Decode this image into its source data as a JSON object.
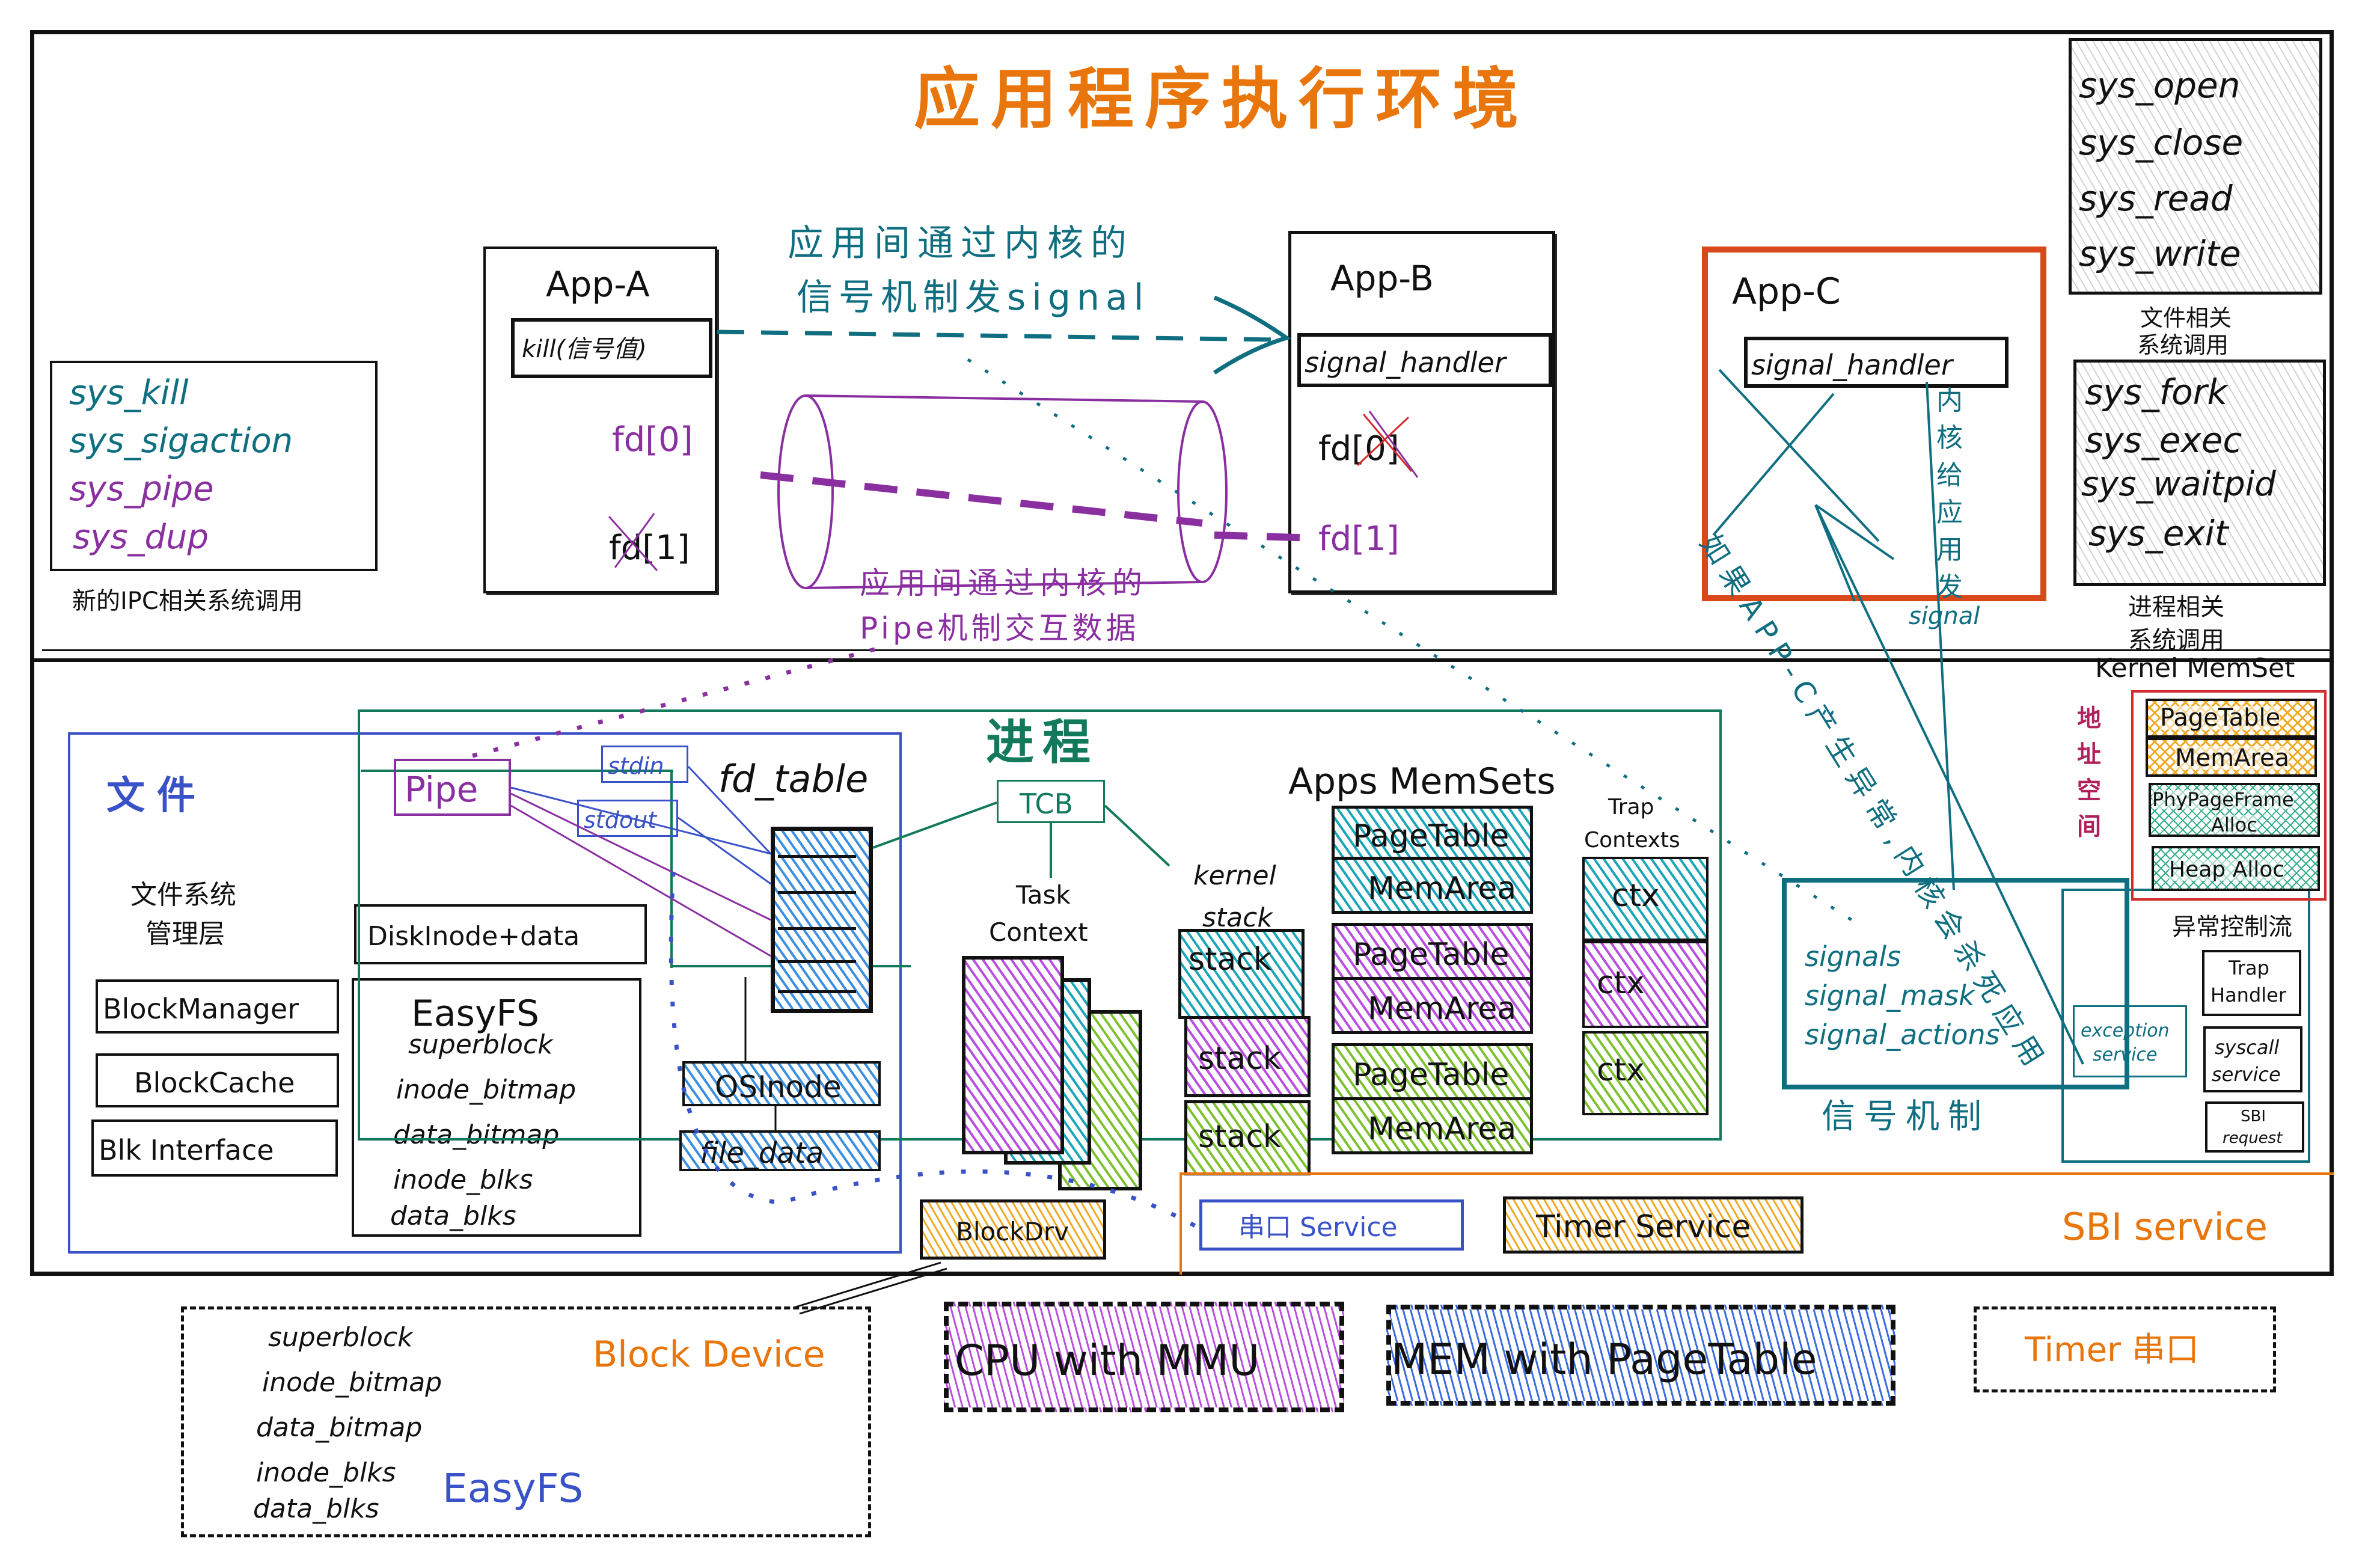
{
  "title": "应用程序执行环境",
  "apps": {
    "app_a": {
      "name": "App-A",
      "call": "kill(信号值)",
      "fd0": "fd[0]",
      "fd1": "fd[1]"
    },
    "app_b": {
      "name": "App-B",
      "handler": "signal_handler",
      "fd0": "fd[0]",
      "fd1": "fd[1]"
    },
    "app_c": {
      "name": "App-C",
      "handler": "signal_handler"
    }
  },
  "annotations": {
    "signal_ipc": [
      "应用间通过内核的",
      "信号机制发signal"
    ],
    "pipe_ipc": [
      "应用间通过内核的",
      "Pipe机制交互数据"
    ],
    "kernel_send_signal": [
      "内",
      "核",
      "给",
      "应",
      "用",
      "发"
    ],
    "kernel_send_signal_word": "signal",
    "app_c_exception": "如果APP-C产生异常,内核会杀死应用"
  },
  "ipc_syscalls": {
    "items": [
      {
        "label": "sys_kill",
        "color": "#0f6e80"
      },
      {
        "label": "sys_sigaction",
        "color": "#0f6e80"
      },
      {
        "label": "sys_pipe",
        "color": "#8a2fa0"
      },
      {
        "label": "sys_dup",
        "color": "#8a2fa0"
      }
    ],
    "caption": "新的IPC相关系统调用"
  },
  "file_syscalls": {
    "items": [
      "sys_open",
      "sys_close",
      "sys_read",
      "sys_write"
    ],
    "caption": [
      "文件相关",
      "系统调用"
    ]
  },
  "proc_syscalls": {
    "items": [
      "sys_fork",
      "sys_exec",
      "sys_waitpid",
      "sys_exit"
    ],
    "caption": [
      "进程相关",
      "系统调用"
    ]
  },
  "files": {
    "title": "文件",
    "pipe": "Pipe",
    "stdin": "stdin",
    "stdout": "stdout",
    "fd_table": "fd_table",
    "fs_layer": [
      "文件系统",
      "管理层"
    ],
    "block_manager": "BlockManager",
    "block_cache": "BlockCache",
    "blk_interface": "Blk Interface",
    "disk_inode": "DiskInode+data",
    "easyfs": {
      "title": "EasyFS",
      "items": [
        "superblock",
        "inode_bitmap",
        "data_bitmap",
        "inode_blks",
        "data_blks"
      ]
    },
    "osinode": "OSInode",
    "file_data": "file_data"
  },
  "process": {
    "title": "进程",
    "tcb": "TCB",
    "task_context": [
      "Task",
      "Context"
    ],
    "kernel_stack": [
      "kernel",
      "stack"
    ],
    "stacks": [
      "stack",
      "stack",
      "stack"
    ],
    "apps_memsets": "Apps MemSets",
    "memsets": [
      {
        "page_table": "PageTable",
        "mem_area": "MemArea"
      },
      {
        "page_table": "PageTable",
        "mem_area": "MemArea"
      },
      {
        "page_table": "PageTable",
        "mem_area": "MemArea"
      }
    ],
    "trap_contexts": [
      "Trap",
      "Contexts"
    ],
    "ctx": [
      "ctx",
      "ctx",
      "ctx"
    ]
  },
  "signal": {
    "fields": [
      "signals",
      "signal_mask",
      "signal_actions"
    ],
    "caption": "信号机制"
  },
  "kernel_memset": {
    "title": "Kernel MemSet",
    "side_label": [
      "地",
      "址",
      "空",
      "间"
    ],
    "page_table": "PageTable",
    "mem_area": "MemArea",
    "phy_frame": [
      "PhyPageFrame",
      "Alloc"
    ],
    "heap_alloc": "Heap Alloc"
  },
  "exception": {
    "title": "异常控制流",
    "exception_service": [
      "exception",
      "service"
    ],
    "trap_handler": [
      "Trap",
      "Handler"
    ],
    "syscall_service": [
      "syscall",
      "service"
    ],
    "sbi_request": [
      "SBI",
      "request"
    ]
  },
  "sbi": {
    "block_drv": "BlockDrv",
    "uart_service": "串口 Service",
    "timer_service": "Timer Service",
    "label": "SBI service"
  },
  "hardware": {
    "block_device": {
      "label": "Block Device",
      "items": [
        "superblock",
        "inode_bitmap",
        "data_bitmap",
        "inode_blks",
        "data_blks"
      ],
      "fs": "EasyFS"
    },
    "cpu": "CPU with MMU",
    "mem": "MEM with PageTable",
    "timer_uart": "Timer 串口"
  },
  "colors": {
    "title": "#e8760c",
    "signal": "#0f6e80",
    "pipe": "#8a2fa0",
    "file": "#3a52c8",
    "process": "#127a5a",
    "app_c_border": "#d9481a",
    "kernel_memset_border": "#d42a2a",
    "address_space": "#b0205a",
    "sbi": "#e8760c"
  }
}
